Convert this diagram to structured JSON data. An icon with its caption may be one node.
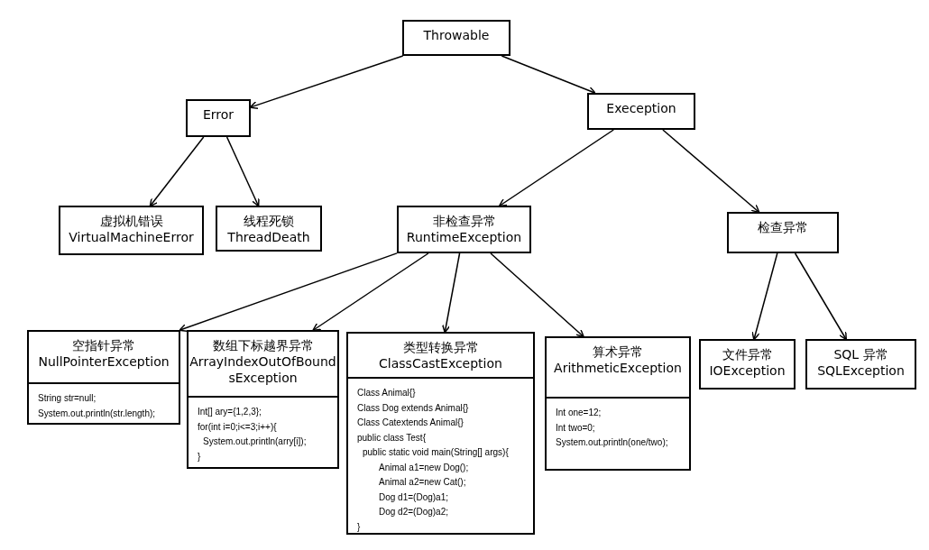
{
  "diagram": {
    "nodes": [
      {
        "text": [
          "Throwable"
        ]
      },
      {
        "text": [
          "Error"
        ]
      },
      {
        "text": [
          "Exeception"
        ]
      },
      {
        "text": [
          "虚拟机错误",
          "VirtualMachineError"
        ]
      },
      {
        "text": [
          "线程死锁",
          "ThreadDeath"
        ]
      },
      {
        "text": [
          "非检查异常",
          "RuntimeException"
        ]
      },
      {
        "text": [
          "检查异常"
        ]
      },
      {
        "text": [
          "空指针异常",
          "NullPointerException"
        ]
      },
      {
        "text": [
          "String str=null;",
          "System.out.println(str.length);"
        ]
      },
      {
        "text": [
          "数组下标越界异常",
          "ArrayIndexOutOfBoundsException"
        ]
      },
      {
        "text": [
          "Int[] ary={1,2,3};",
          "for(int i=0;i<=3;i++){",
          "System.out.println(arry[i]);",
          "}"
        ]
      },
      {
        "text": [
          "类型转换异常",
          "ClassCastException"
        ]
      },
      {
        "text": [
          "Class Animal{}",
          "Class Dog extends Animal{}",
          "Class Catextends Animal{}",
          "public class Test{",
          "public static void main(String[] args){",
          "Animal a1=new Dog();",
          "Animal a2=new Cat();",
          "Dog d1=(Dog)a1;",
          "Dog d2=(Dog)a2;",
          "}"
        ]
      },
      {
        "text": [
          "算术异常",
          "ArithmeticException"
        ]
      },
      {
        "text": [
          "Int one=12;",
          "Int two=0;",
          "System.out.println(one/two);"
        ]
      },
      {
        "text": [
          "文件异常",
          "IOException"
        ]
      },
      {
        "text": [
          "SQL 异常",
          "SQLException"
        ]
      }
    ],
    "edges": [
      {
        "from": 0,
        "to": 1,
        "arrow": "to"
      },
      {
        "from": 0,
        "to": 2,
        "arrow": "to"
      },
      {
        "from": 1,
        "to": 3,
        "arrow": "to"
      },
      {
        "from": 1,
        "to": 4,
        "arrow": "to"
      },
      {
        "from": 2,
        "to": 5,
        "arrow": "to"
      },
      {
        "from": 2,
        "to": 6,
        "arrow": "to"
      },
      {
        "from": 5,
        "to": 7,
        "arrow": "to"
      },
      {
        "from": 5,
        "to": 9,
        "arrow": "to"
      },
      {
        "from": 5,
        "to": 11,
        "arrow": "to"
      },
      {
        "from": 5,
        "to": 13,
        "arrow": "to"
      },
      {
        "from": 6,
        "to": 15,
        "arrow": "to"
      },
      {
        "from": 6,
        "to": 16,
        "arrow": "to"
      }
    ]
  }
}
